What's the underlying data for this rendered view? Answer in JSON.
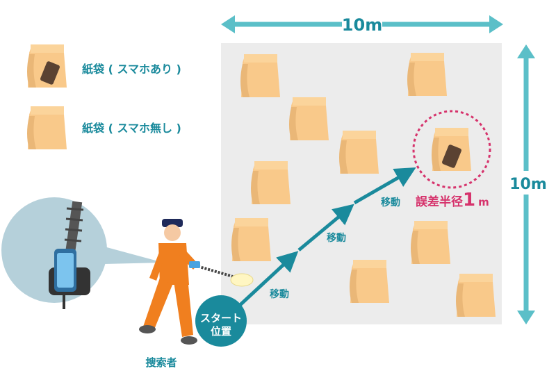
{
  "legend": {
    "with_phone": "紙袋 ( スマホあり )",
    "without_phone": "紙袋 ( スマホ無し )"
  },
  "dimensions": {
    "width_label": "10m",
    "height_label": "10m"
  },
  "path": {
    "move_labels": [
      "移動",
      "移動",
      "移動"
    ]
  },
  "start": {
    "line1": "スタート",
    "line2": "位置"
  },
  "searcher_label": "捜索者",
  "error_radius": {
    "prefix": "誤差半径",
    "value": "1",
    "unit": "m"
  },
  "colors": {
    "teal": "#1a8a9c",
    "light_teal": "#5bbfc8",
    "bag": "#f9c98a",
    "field": "#ececec",
    "error": "#d6336c",
    "suit": "#f07f1f"
  }
}
